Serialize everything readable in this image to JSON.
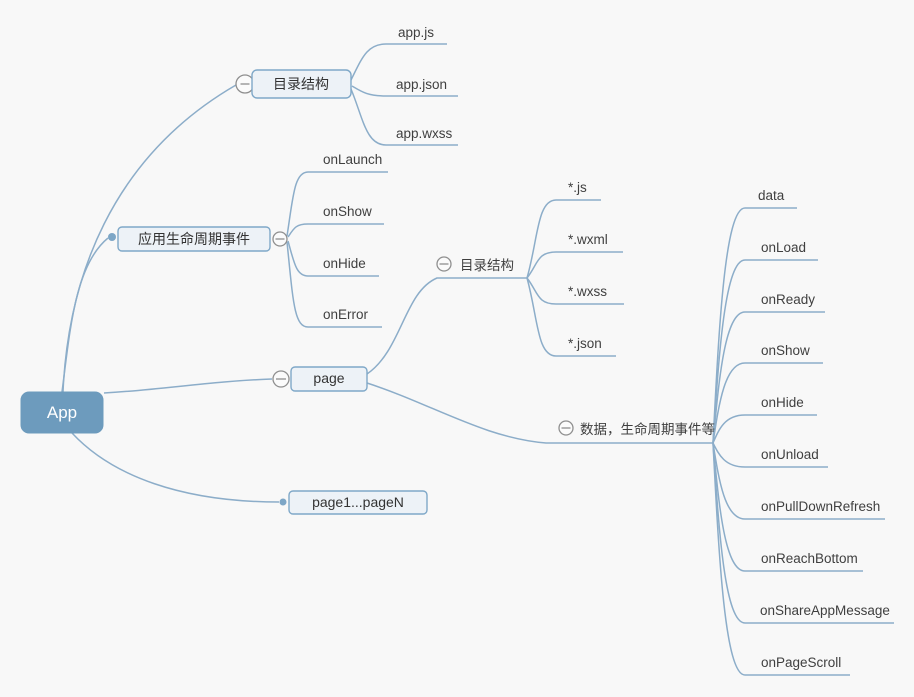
{
  "mindmap": {
    "root": {
      "label": "App"
    },
    "branches": [
      {
        "label": "目录结构",
        "collapse_icon": "minus-circle",
        "children": [
          {
            "label": "app.js"
          },
          {
            "label": "app.json"
          },
          {
            "label": "app.wxss"
          }
        ]
      },
      {
        "label": "应用生命周期事件",
        "collapse_icon": "minus-circle",
        "children": [
          {
            "label": "onLaunch"
          },
          {
            "label": "onShow"
          },
          {
            "label": "onHide"
          },
          {
            "label": "onError"
          }
        ]
      },
      {
        "label": "page",
        "collapse_icon": "minus-circle",
        "children": [
          {
            "label": "目录结构",
            "collapse_icon": "minus-circle",
            "children": [
              {
                "label": "*.js"
              },
              {
                "label": "*.wxml"
              },
              {
                "label": "*.wxss"
              },
              {
                "label": "*.json"
              }
            ]
          },
          {
            "label": "数据，生命周期事件等",
            "collapse_icon": "minus-circle",
            "children": [
              {
                "label": "data"
              },
              {
                "label": "onLoad"
              },
              {
                "label": "onReady"
              },
              {
                "label": "onShow"
              },
              {
                "label": "onHide"
              },
              {
                "label": "onUnload"
              },
              {
                "label": "onPullDownRefresh"
              },
              {
                "label": "onReachBottom"
              },
              {
                "label": "onShareAppMessage"
              },
              {
                "label": "onPageScroll"
              }
            ]
          }
        ]
      },
      {
        "label": "page1...pageN",
        "children": []
      }
    ],
    "colors": {
      "background": "#f8f8f8",
      "connector": "#8cadc9",
      "root_fill": "#6d9bbd",
      "root_text": "#ffffff",
      "node_fill": "#edf2f7",
      "node_border": "#7fa8c8",
      "leaf_text": "#3f3f3f",
      "collapse_icon_stroke": "#8f8f8f",
      "connection_dot": "#7da6c6"
    }
  }
}
